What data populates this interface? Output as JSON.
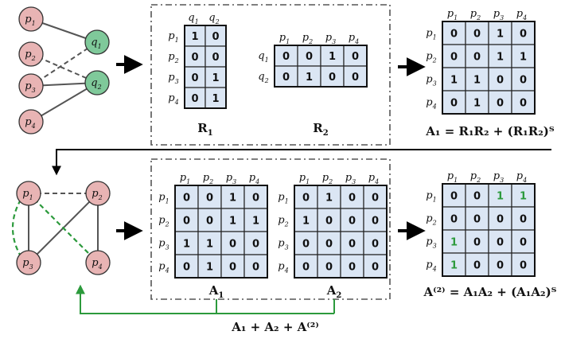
{
  "colors": {
    "p_node": "#e8b4b4",
    "q_node": "#7fc99a",
    "cell_fill": "#dbe6f4",
    "green_accent": "#2c9a3c",
    "edge": "#555555",
    "text": "#111111"
  },
  "bipartite_graph": {
    "p_nodes": [
      {
        "id": "p1",
        "base": "p",
        "sub": "1"
      },
      {
        "id": "p2",
        "base": "p",
        "sub": "2"
      },
      {
        "id": "p3",
        "base": "p",
        "sub": "3"
      },
      {
        "id": "p4",
        "base": "p",
        "sub": "4"
      }
    ],
    "q_nodes": [
      {
        "id": "q1",
        "base": "q",
        "sub": "1"
      },
      {
        "id": "q2",
        "base": "q",
        "sub": "2"
      }
    ],
    "solid_edges": [
      [
        "p1",
        "q1"
      ],
      [
        "p3",
        "q2"
      ],
      [
        "p4",
        "q2"
      ]
    ],
    "dashed_edges": [
      [
        "p2",
        "q2"
      ],
      [
        "p3",
        "q1"
      ]
    ]
  },
  "homogeneous_graph": {
    "nodes": [
      {
        "id": "p1",
        "base": "p",
        "sub": "1"
      },
      {
        "id": "p2",
        "base": "p",
        "sub": "2"
      },
      {
        "id": "p3",
        "base": "p",
        "sub": "3"
      },
      {
        "id": "p4",
        "base": "p",
        "sub": "4"
      }
    ],
    "solid_edges": [
      [
        "p1",
        "p3"
      ],
      [
        "p2",
        "p3"
      ],
      [
        "p2",
        "p4"
      ]
    ],
    "dashed_gray_edges": [
      [
        "p1",
        "p2"
      ]
    ],
    "dashed_green_edges": [
      [
        "p1",
        "p4"
      ],
      [
        "p1",
        "p3"
      ]
    ]
  },
  "matrices": {
    "R1": {
      "label": {
        "base": "R",
        "sub": "1"
      },
      "rows": [
        "p1",
        "p2",
        "p3",
        "p4"
      ],
      "cols": [
        "q1",
        "q2"
      ],
      "values": [
        [
          1,
          0
        ],
        [
          0,
          0
        ],
        [
          0,
          1
        ],
        [
          0,
          1
        ]
      ]
    },
    "R2": {
      "label": {
        "base": "R",
        "sub": "2"
      },
      "rows": [
        "q1",
        "q2"
      ],
      "cols": [
        "p1",
        "p2",
        "p3",
        "p4"
      ],
      "values": [
        [
          0,
          0,
          1,
          0
        ],
        [
          0,
          1,
          0,
          0
        ]
      ]
    },
    "A1_top": {
      "rows": [
        "p1",
        "p2",
        "p3",
        "p4"
      ],
      "cols": [
        "p1",
        "p2",
        "p3",
        "p4"
      ],
      "values": [
        [
          0,
          0,
          1,
          0
        ],
        [
          0,
          0,
          1,
          1
        ],
        [
          1,
          1,
          0,
          0
        ],
        [
          0,
          1,
          0,
          0
        ]
      ]
    },
    "A1": {
      "label": {
        "base": "A",
        "sub": "1"
      },
      "rows": [
        "p1",
        "p2",
        "p3",
        "p4"
      ],
      "cols": [
        "p1",
        "p2",
        "p3",
        "p4"
      ],
      "values": [
        [
          0,
          0,
          1,
          0
        ],
        [
          0,
          0,
          1,
          1
        ],
        [
          1,
          1,
          0,
          0
        ],
        [
          0,
          1,
          0,
          0
        ]
      ]
    },
    "A2": {
      "label": {
        "base": "A",
        "sub": "2"
      },
      "rows": [
        "p1",
        "p2",
        "p3",
        "p4"
      ],
      "cols": [
        "p1",
        "p2",
        "p3",
        "p4"
      ],
      "values": [
        [
          0,
          1,
          0,
          0
        ],
        [
          1,
          0,
          0,
          0
        ],
        [
          0,
          0,
          0,
          0
        ],
        [
          0,
          0,
          0,
          0
        ]
      ]
    },
    "A2_result": {
      "rows": [
        "p1",
        "p2",
        "p3",
        "p4"
      ],
      "cols": [
        "p1",
        "p2",
        "p3",
        "p4"
      ],
      "values": [
        [
          0,
          0,
          1,
          1
        ],
        [
          0,
          0,
          0,
          0
        ],
        [
          1,
          0,
          0,
          0
        ],
        [
          1,
          0,
          0,
          0
        ]
      ],
      "highlight": [
        [
          0,
          2
        ],
        [
          0,
          3
        ],
        [
          2,
          0
        ],
        [
          3,
          0
        ]
      ]
    }
  },
  "equations": {
    "eq_a1": "A₁ = R₁R₂ + (R₁R₂)ᵀ",
    "eq_a2": "A⁽²⁾ = A₁A₂ + (A₁A₂)ᵀ",
    "eq_sum": "A₁ + A₂ + A⁽²⁾"
  }
}
